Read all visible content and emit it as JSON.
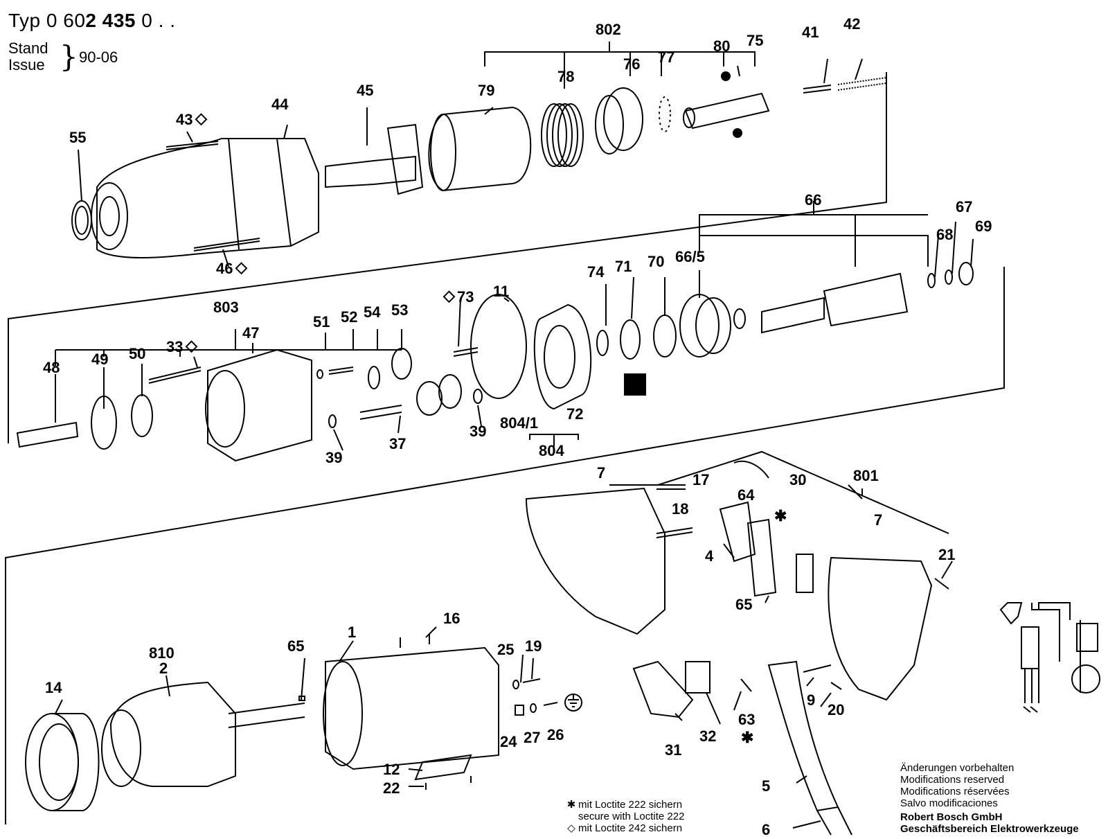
{
  "header": {
    "typ_label": "Typ",
    "typ_prefix": "0 60",
    "typ_bold": "2 435",
    "typ_suffix": " 0 . .",
    "stand_label": "Stand",
    "issue_label": "Issue",
    "date": "90-06"
  },
  "callouts": [
    "802",
    "41",
    "42",
    "80",
    "75",
    "77",
    "76",
    "78",
    "79",
    "45",
    "44",
    "43",
    "55",
    "46",
    "66",
    "67",
    "68",
    "69",
    "66/5",
    "70",
    "71",
    "74",
    "11",
    "73",
    "53",
    "54",
    "52",
    "51",
    "803",
    "47",
    "33",
    "50",
    "49",
    "48",
    "37",
    "39",
    "39",
    "804/1",
    "72",
    "804",
    "7",
    "17",
    "64",
    "30",
    "801",
    "7",
    "18",
    "4",
    "21",
    "65",
    "16",
    "1",
    "19",
    "25",
    "65",
    "810",
    "2",
    "14",
    "12",
    "22",
    "24",
    "27",
    "26",
    "63",
    "32",
    "31",
    "9",
    "20",
    "5",
    "6"
  ],
  "symbols": {
    "star": "✱",
    "diamond": "◇",
    "earth": "⏚"
  },
  "notes": {
    "modifications": [
      "Änderungen vorbehalten",
      "Modifications reserved",
      "Modifications réservées",
      "Salvo modificaciones"
    ],
    "company": [
      "Robert Bosch GmbH",
      "Geschäftsbereich Elektrowerkzeuge"
    ],
    "loctite": [
      "mit Loctite 222 sichern",
      "secure with Loctite 222",
      "mit Loctite 242 sichern"
    ]
  },
  "colors": {
    "ink": "#000000",
    "paper": "#ffffff"
  }
}
